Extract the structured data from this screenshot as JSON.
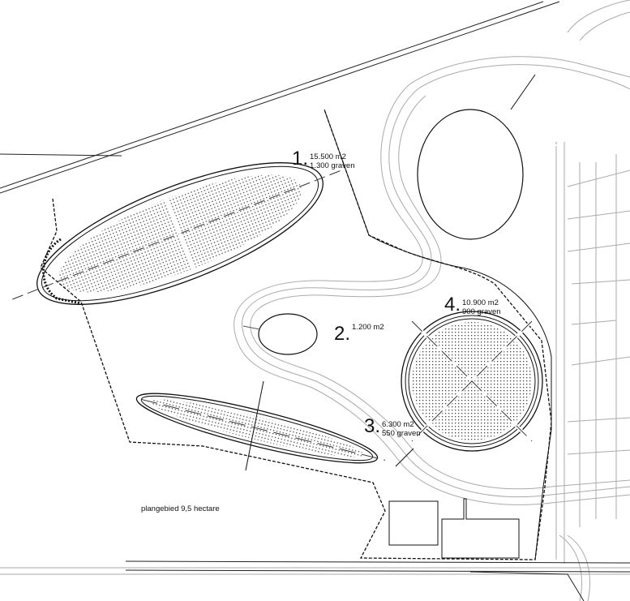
{
  "areas": [
    {
      "number": "1.",
      "size": "15.500 m2",
      "graves": "1.300 graven"
    },
    {
      "number": "2.",
      "size": "1.200 m2"
    },
    {
      "number": "3.",
      "size": "6.300 m2",
      "graves": "550 graven"
    },
    {
      "number": "4.",
      "size": "10.900 m2",
      "graves": "900 graven"
    }
  ],
  "plan_area": "plangebied 9,5 hectare"
}
